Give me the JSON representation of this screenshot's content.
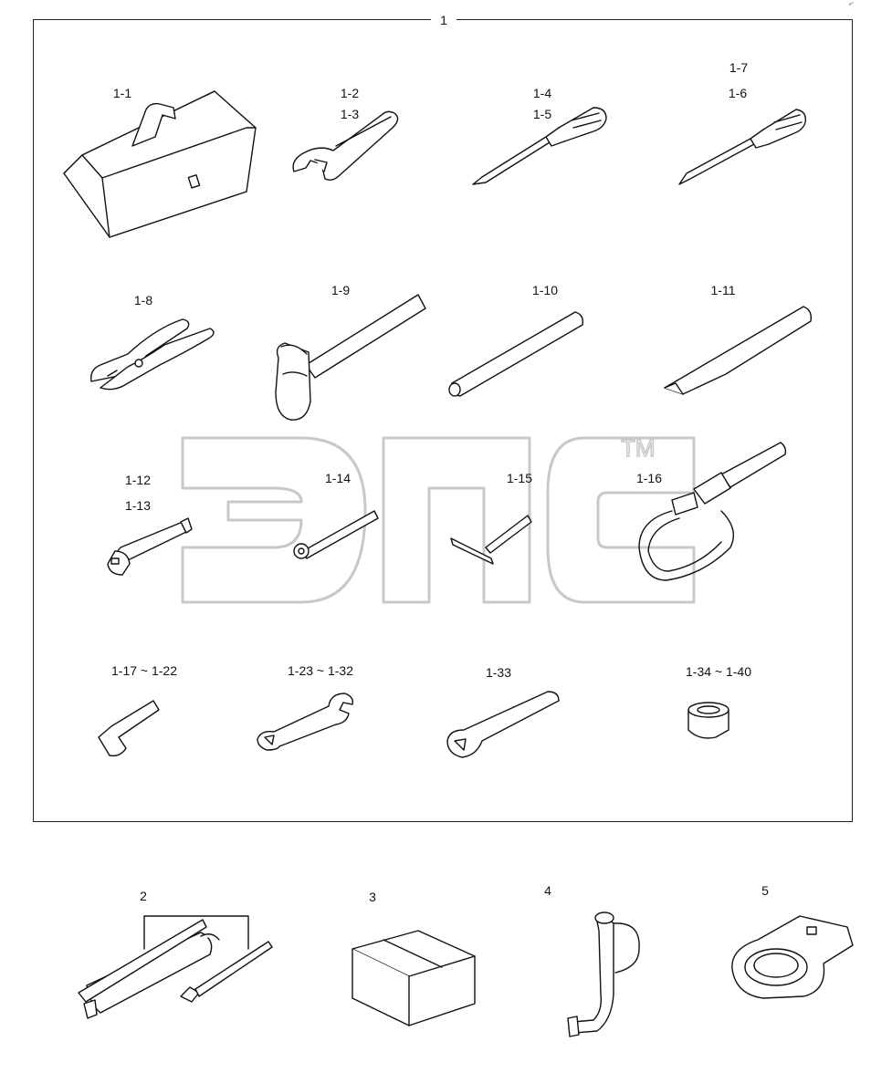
{
  "diagram": {
    "group_label": "1",
    "watermark": {
      "text": "ЭПС",
      "mark": "TM"
    },
    "tiny_mark": "e°",
    "parts": [
      {
        "id": "toolbox",
        "labels": [
          "1-1"
        ]
      },
      {
        "id": "adjustable-wrench",
        "labels": [
          "1-2",
          "1-3"
        ]
      },
      {
        "id": "flat-screwdriver",
        "labels": [
          "1-4",
          "1-5"
        ]
      },
      {
        "id": "phillips-screwdriver",
        "labels": [
          "1-7",
          "1-6"
        ]
      },
      {
        "id": "pliers",
        "labels": [
          "1-8"
        ]
      },
      {
        "id": "hammer",
        "labels": [
          "1-9"
        ]
      },
      {
        "id": "round-bar",
        "labels": [
          "1-10"
        ]
      },
      {
        "id": "pry-bar",
        "labels": [
          "1-11"
        ]
      },
      {
        "id": "socket-extension",
        "labels": [
          "1-12",
          "1-13"
        ]
      },
      {
        "id": "ratchet-handle",
        "labels": [
          "1-14"
        ]
      },
      {
        "id": "t-wrench",
        "labels": [
          "1-15"
        ]
      },
      {
        "id": "filter-wrench",
        "labels": [
          "1-16"
        ]
      },
      {
        "id": "hex-key",
        "labels": [
          "1-17 ~ 1-22"
        ]
      },
      {
        "id": "double-open-wrench",
        "labels": [
          "1-23 ~ 1-32"
        ]
      },
      {
        "id": "single-open-wrench",
        "labels": [
          "1-33"
        ]
      },
      {
        "id": "socket",
        "labels": [
          "1-34 ~ 1-40"
        ]
      },
      {
        "id": "grease-gun",
        "labels": [
          "2"
        ]
      },
      {
        "id": "box",
        "labels": [
          "3"
        ]
      },
      {
        "id": "bent-tube",
        "labels": [
          "4"
        ]
      },
      {
        "id": "ring-ratchet",
        "labels": [
          "5"
        ]
      }
    ]
  }
}
